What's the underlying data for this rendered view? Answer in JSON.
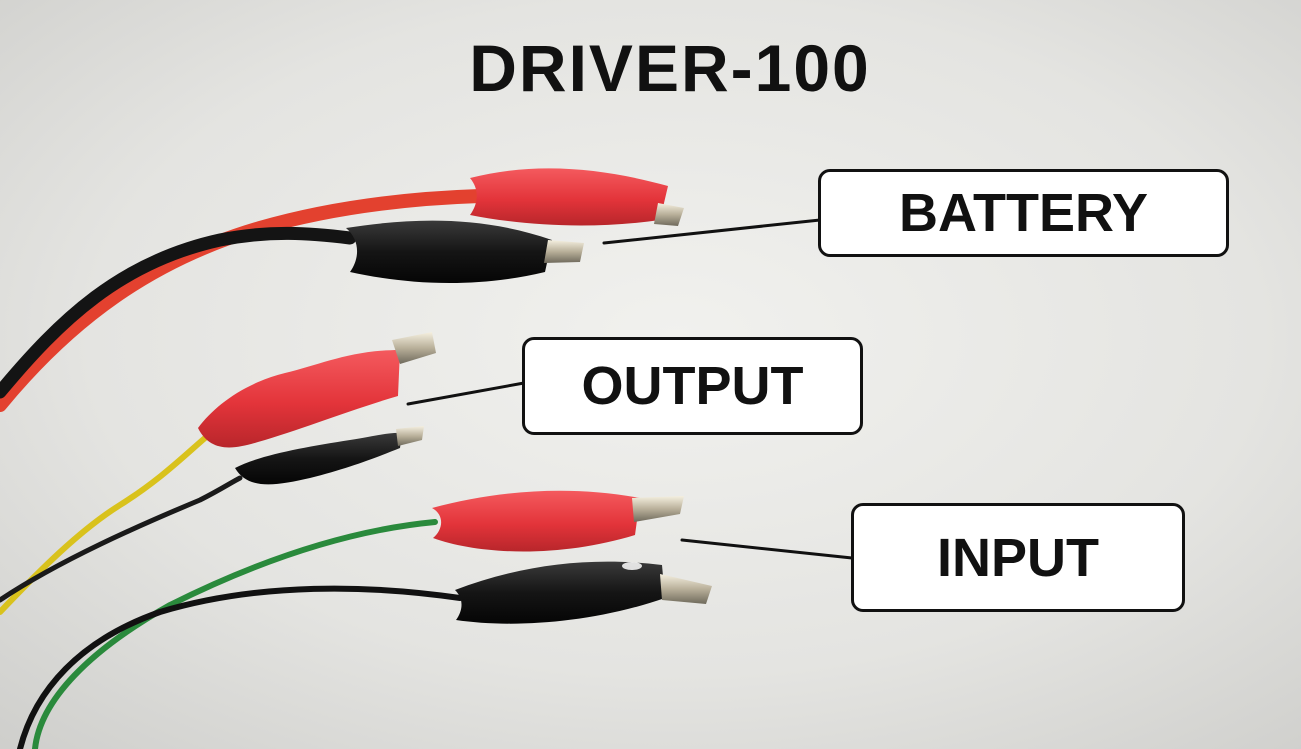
{
  "title": "DRIVER-100",
  "labels": {
    "battery": "BATTERY",
    "output": "OUTPUT",
    "input": "INPUT"
  },
  "colors": {
    "background": "#e6e6e3",
    "red_clip": "#e8383d",
    "black_clip": "#1a1a1a",
    "red_wire": "#e3412f",
    "yellow_wire": "#d9c21c",
    "green_wire": "#2a8a3c"
  }
}
